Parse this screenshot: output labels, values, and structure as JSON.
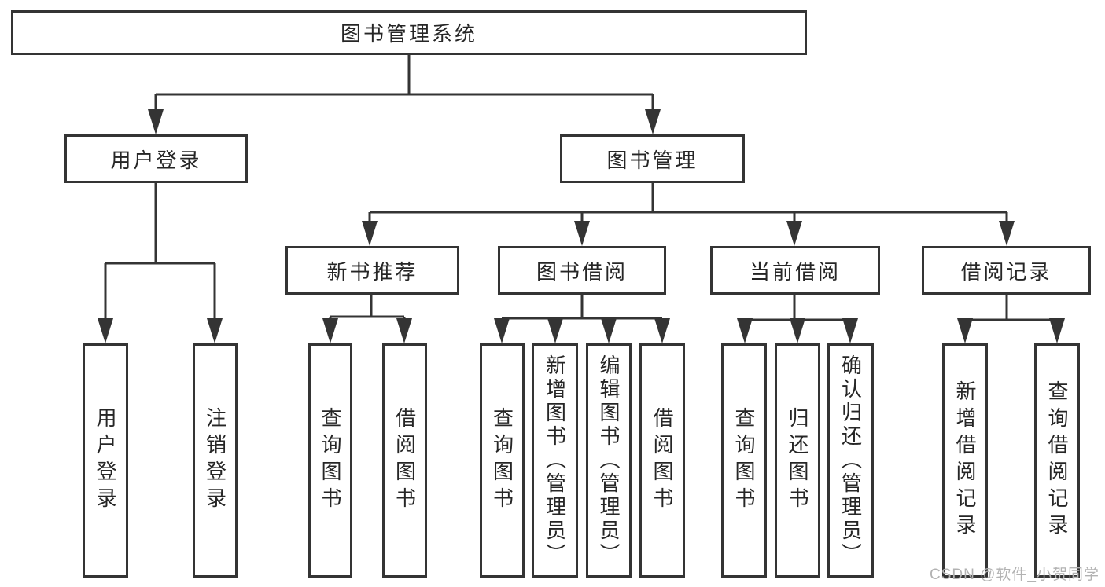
{
  "colors": {
    "line": "#343434",
    "text": "#262626",
    "watermark": "#b2b2b2",
    "background": "#ffffff"
  },
  "watermark": "CSDN @软件_小贺同学",
  "tree": {
    "label": "图书管理系统",
    "children": [
      {
        "label": "用户登录",
        "children": [
          {
            "label": "用户登录"
          },
          {
            "label": "注销登录"
          }
        ]
      },
      {
        "label": "图书管理",
        "children": [
          {
            "label": "新书推荐",
            "children": [
              {
                "label": "查询图书"
              },
              {
                "label": "借阅图书"
              }
            ]
          },
          {
            "label": "图书借阅",
            "children": [
              {
                "label": "查询图书"
              },
              {
                "label": "新增图书（管理员）"
              },
              {
                "label": "编辑图书（管理员）"
              },
              {
                "label": "借阅图书"
              }
            ]
          },
          {
            "label": "当前借阅",
            "children": [
              {
                "label": "查询图书"
              },
              {
                "label": "归还图书"
              },
              {
                "label": "确认归还（管理员）"
              }
            ]
          },
          {
            "label": "借阅记录",
            "children": [
              {
                "label": "新增借阅记录"
              },
              {
                "label": "查询借阅记录"
              }
            ]
          }
        ]
      }
    ]
  }
}
